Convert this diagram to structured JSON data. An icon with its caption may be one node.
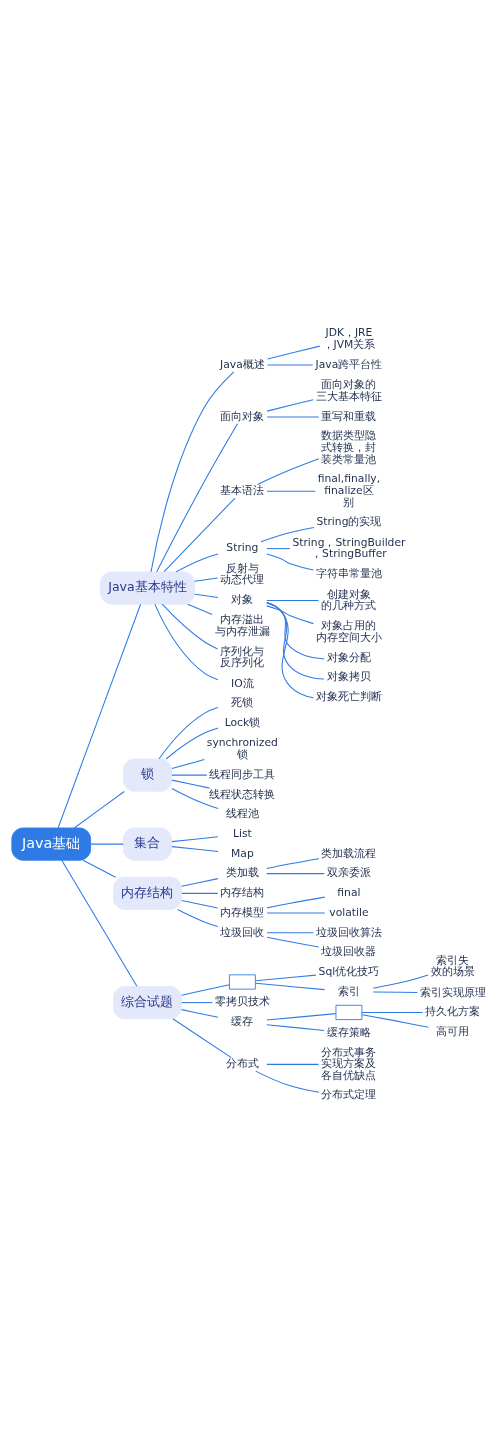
{
  "diagram": {
    "nodes": [
      {
        "text": [
          "Java基础"
        ]
      },
      {
        "text": [
          "Java基本特性"
        ]
      },
      {
        "text": [
          "Java概述"
        ]
      },
      {
        "text": [
          "JDK，JRE，JVM关系"
        ]
      },
      {
        "text": [
          "Java跨平台性"
        ]
      },
      {
        "text": [
          "面向对象"
        ]
      },
      {
        "text": [
          "面向对象的三大基本特征"
        ]
      },
      {
        "text": [
          "重写和重载"
        ]
      },
      {
        "text": [
          "基本语法"
        ]
      },
      {
        "text": [
          "数据类型隐式转换，封装类常量池"
        ]
      },
      {
        "text": [
          "final,finally,finalize区别"
        ]
      },
      {
        "text": [
          "String"
        ]
      },
      {
        "text": [
          "String的实现"
        ]
      },
      {
        "text": [
          "String，StringBuilder，StringBuffer"
        ]
      },
      {
        "text": [
          "字符串常量池"
        ]
      },
      {
        "text": [
          "反射与动态代理"
        ]
      },
      {
        "text": [
          "对象"
        ]
      },
      {
        "text": [
          "创建对象的几种方式"
        ]
      },
      {
        "text": [
          "对象占用的内存空间大小"
        ]
      },
      {
        "text": [
          "对象分配"
        ]
      },
      {
        "text": [
          "对象拷贝"
        ]
      },
      {
        "text": [
          "对象死亡判断"
        ]
      },
      {
        "text": [
          "内存溢出与内存泄漏"
        ]
      },
      {
        "text": [
          "序列化与反序列化"
        ]
      },
      {
        "text": [
          "IO流"
        ]
      },
      {
        "text": [
          "锁"
        ]
      },
      {
        "text": [
          "死锁"
        ]
      },
      {
        "text": [
          "Lock锁"
        ]
      },
      {
        "text": [
          "synchronized锁"
        ]
      },
      {
        "text": [
          "线程同步工具"
        ]
      },
      {
        "text": [
          "线程状态转换"
        ]
      },
      {
        "text": [
          "线程池"
        ]
      },
      {
        "text": [
          "集合"
        ]
      },
      {
        "text": [
          "List"
        ]
      },
      {
        "text": [
          "Map"
        ]
      },
      {
        "text": [
          "内存结构"
        ]
      },
      {
        "text": [
          "类加载"
        ]
      },
      {
        "text": [
          "类加载流程"
        ]
      },
      {
        "text": [
          "双亲委派"
        ]
      },
      {
        "text": [
          "内存结构"
        ]
      },
      {
        "text": [
          "内存模型"
        ]
      },
      {
        "text": [
          "final"
        ]
      },
      {
        "text": [
          "volatile"
        ]
      },
      {
        "text": [
          "垃圾回收"
        ]
      },
      {
        "text": [
          "垃圾回收算法"
        ]
      },
      {
        "text": [
          "垃圾回收器"
        ]
      },
      {
        "text": [
          "综合试题"
        ]
      },
      {
        "text": [],
        "shape": "box"
      },
      {
        "text": [
          "Sql优化技巧"
        ]
      },
      {
        "text": [
          "索引"
        ]
      },
      {
        "text": [
          "索引失效的场景"
        ]
      },
      {
        "text": [
          "索引实现原理"
        ]
      },
      {
        "text": [
          "零拷贝技术"
        ]
      },
      {
        "text": [
          "缓存"
        ]
      },
      {
        "text": [],
        "shape": "box"
      },
      {
        "text": [
          "持久化方案"
        ]
      },
      {
        "text": [
          "高可用"
        ]
      },
      {
        "text": [
          "缓存策略"
        ]
      },
      {
        "text": [
          "分布式"
        ]
      },
      {
        "text": [
          "分布式事务实现方案及各自优缺点"
        ]
      },
      {
        "text": [
          "分布式定理"
        ]
      }
    ],
    "edges": [
      {
        "from": 0,
        "to": 1,
        "arrow": "none"
      },
      {
        "from": 1,
        "to": 2,
        "arrow": "none"
      },
      {
        "from": 2,
        "to": 3,
        "arrow": "none"
      },
      {
        "from": 2,
        "to": 4,
        "arrow": "none"
      },
      {
        "from": 1,
        "to": 5,
        "arrow": "none"
      },
      {
        "from": 5,
        "to": 6,
        "arrow": "none"
      },
      {
        "from": 5,
        "to": 7,
        "arrow": "none"
      },
      {
        "from": 1,
        "to": 8,
        "arrow": "none"
      },
      {
        "from": 8,
        "to": 9,
        "arrow": "none"
      },
      {
        "from": 8,
        "to": 10,
        "arrow": "none"
      },
      {
        "from": 1,
        "to": 11,
        "arrow": "none"
      },
      {
        "from": 11,
        "to": 12,
        "arrow": "none"
      },
      {
        "from": 11,
        "to": 13,
        "arrow": "none"
      },
      {
        "from": 11,
        "to": 14,
        "arrow": "none"
      },
      {
        "from": 1,
        "to": 15,
        "arrow": "none"
      },
      {
        "from": 1,
        "to": 16,
        "arrow": "none"
      },
      {
        "from": 16,
        "to": 17,
        "arrow": "none"
      },
      {
        "from": 16,
        "to": 18,
        "arrow": "none"
      },
      {
        "from": 16,
        "to": 19,
        "arrow": "none"
      },
      {
        "from": 16,
        "to": 20,
        "arrow": "none"
      },
      {
        "from": 16,
        "to": 21,
        "arrow": "none"
      },
      {
        "from": 1,
        "to": 22,
        "arrow": "none"
      },
      {
        "from": 1,
        "to": 23,
        "arrow": "none"
      },
      {
        "from": 1,
        "to": 24,
        "arrow": "none"
      },
      {
        "from": 0,
        "to": 25,
        "arrow": "none"
      },
      {
        "from": 25,
        "to": 26,
        "arrow": "none"
      },
      {
        "from": 25,
        "to": 27,
        "arrow": "none"
      },
      {
        "from": 25,
        "to": 28,
        "arrow": "none"
      },
      {
        "from": 25,
        "to": 29,
        "arrow": "none"
      },
      {
        "from": 25,
        "to": 30,
        "arrow": "none"
      },
      {
        "from": 25,
        "to": 31,
        "arrow": "none"
      },
      {
        "from": 0,
        "to": 32,
        "arrow": "none"
      },
      {
        "from": 32,
        "to": 33,
        "arrow": "none"
      },
      {
        "from": 32,
        "to": 34,
        "arrow": "none"
      },
      {
        "from": 0,
        "to": 35,
        "arrow": "none"
      },
      {
        "from": 35,
        "to": 36,
        "arrow": "none"
      },
      {
        "from": 36,
        "to": 37,
        "arrow": "none"
      },
      {
        "from": 36,
        "to": 38,
        "arrow": "none"
      },
      {
        "from": 35,
        "to": 39,
        "arrow": "none"
      },
      {
        "from": 35,
        "to": 40,
        "arrow": "none"
      },
      {
        "from": 40,
        "to": 41,
        "arrow": "none"
      },
      {
        "from": 40,
        "to": 42,
        "arrow": "none"
      },
      {
        "from": 35,
        "to": 43,
        "arrow": "none"
      },
      {
        "from": 43,
        "to": 44,
        "arrow": "none"
      },
      {
        "from": 43,
        "to": 45,
        "arrow": "none"
      },
      {
        "from": 0,
        "to": 46,
        "arrow": "none"
      },
      {
        "from": 46,
        "to": 47,
        "arrow": "none"
      },
      {
        "from": 47,
        "to": 48,
        "arrow": "none"
      },
      {
        "from": 47,
        "to": 49,
        "arrow": "none"
      },
      {
        "from": 49,
        "to": 50,
        "arrow": "none"
      },
      {
        "from": 49,
        "to": 51,
        "arrow": "none"
      },
      {
        "from": 46,
        "to": 52,
        "arrow": "none"
      },
      {
        "from": 46,
        "to": 53,
        "arrow": "none"
      },
      {
        "from": 53,
        "to": 54,
        "arrow": "none"
      },
      {
        "from": 54,
        "to": 55,
        "arrow": "none"
      },
      {
        "from": 54,
        "to": 56,
        "arrow": "none"
      },
      {
        "from": 53,
        "to": 57,
        "arrow": "none"
      },
      {
        "from": 46,
        "to": 58,
        "arrow": "none"
      },
      {
        "from": 58,
        "to": 59,
        "arrow": "none"
      },
      {
        "from": 58,
        "to": 60,
        "arrow": "none"
      }
    ]
  }
}
